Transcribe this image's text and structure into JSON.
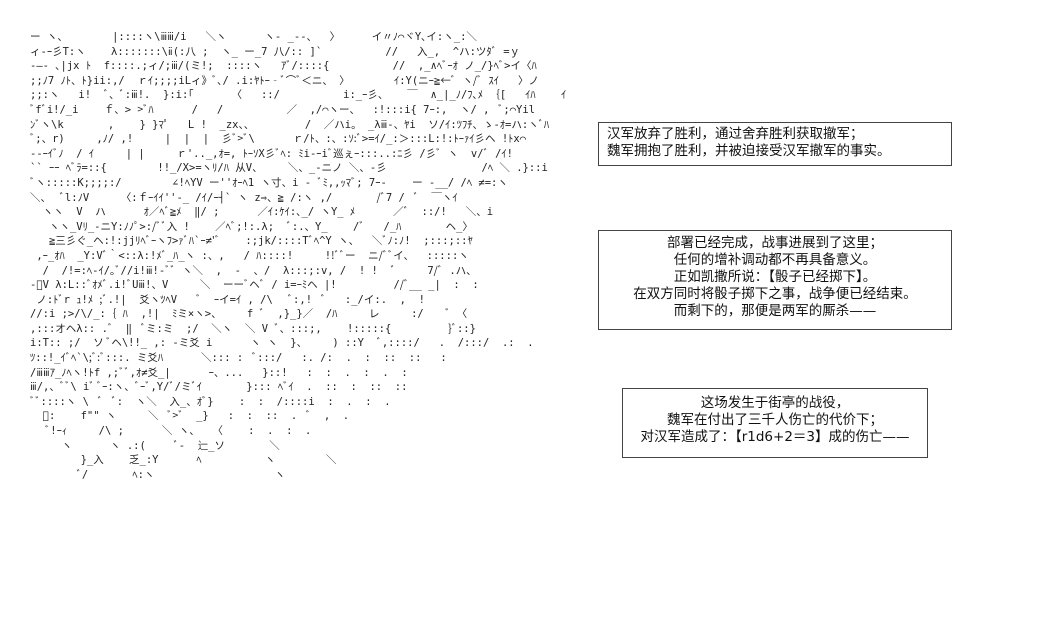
{
  "ascii_art": {
    "lines": [
      "ー ヽ、       |::::ヽ\\ⅲⅲ/i   ＼ヽ      ヽ‐ _‐-、  〉     イ〃ﾉ⌒ヾY､イ:ヽ_:＼",
      "ィ-ｰ彡T:ヽ    λ:::::::\\ⅱ(:八 ;  ヽ_ ー_7 八/:: ]`          //   入_,  ^ハ:ツﾀﾞ =ｙ",
      "-―‐ ､|jx ﾄ  f::::.;ィ/;ⅲ/(ミ!;  ::::ヽ   ｱﾞ/::::{          //  ,_∧ﾍﾞｰｵ ノ_/}ﾍﾞ>イ〈ﾊ",
      ";;ﾉ7 ﾉﾄ、ﾄ}ii:,/  ｒｲ;;;;iLィ》ﾞ､/ .i:ﾔﾄｰ‐ﾞ⌒ﾞ＜ニ、 〉       ｲ:Y(ニｰ≧←ﾞ ヽ/ﾞ ｽｲ   〉ノ",
      ";;:ヽ   i!  ﾞ、ﾞ:ⅲ!.  }:i:｢      〈   ::/          i:_ｰ彡、   ￣  ∧_|_ﾉ/ﾌ､ﾒ ｛[   ｲﾊ    ｲ",
      "ﾞfﾞi!/_i    ｆ、> >ﾞﾊ      /   /          ／  ,/⌒ヽー、  :!:::i{ 7ｰ:,  ヽ/ ,  ﾞ;⌒Yil",
      "ﾝﾞヽ\\k       ,    } }ﾏﾟ   L !  _zx、、        /  ／ハi。 _λⅲ-、ﾔi  ソ/ｲ:ﾂﾌﾁ、ゝ‐ｵ=ハ:ヽﾞﾊ",
      "ﾞ;、r)     ,ﾉ/ ,!     |  |  |  彡ﾞ>ﾞ\\      ｒ/ﾄ、:、:ｿ:ﾞ>=ｲ/_:＞:::L:!:ﾄｰｧｲ彡ヘ !ﾄx⌒",
      "--ｰｲﾞﾉ  / ｲ     | |     ｒ'.._,ｵ=, ﾄｰｿX彡ﾞﾍ: ﾐi-ｰiﾞ巡ぇｰ:::..:ﾆ彡 /彡ﾞ ヽ  v/ﾞ /ｲ!",
      "`` ｰｰ ﾍﾞﾗ=::{        !!_/X>=ヽﾘ/ﾊ 从V、    ＼、_-ニノ ＼、-彡               /ﾍ ＼ .}::i",
      "ﾞヽ:::::K;;;;:/        ∠!ﾍYV ー''ｵｰﾍ1 ヽ寸、i ‐ ﾞﾐ,,ｯﾏﾞ; 7ｰ-    ー ‐__/ /ﾍ ≠=:ヽ",
      "＼、  ﾞl:ﾉV     〈:ｆｰｲｲ''‐_ /ｲ/ｰ┤` ヽ z⇒、≧ /:ヽ ,/       /ﾞ7 /  ﾞ  ￣ヽｲ",
      "  ヽヽ  V  ハ      ｵ／ﾍﾞ≧ﾒ  ‖/ ;      ／ｲ:ｹｲ:､_/ ヽY_ ﾒ      ／ﾞ  ::/!   ＼、i",
      "   ヽヽ_Vﾘ_-ニY:ﾉﾉﾟ>:/ﾞﾞ入 !    ／ﾍﾞ;!:.λ;  ﾞ:.、Y_    /ﾞ   /_ﾊ       ヘ_〉",
      "   ≧三彡ぐ_ヘ:!:jjﾘﾍﾞｰヽﾌ>ｧﾞﾊ`ｰ≠'ﾞ    :;jk/::::Tﾞﾍ^Y ヽ、  ＼ﾞﾉ:ﾉ!  ;:::;::ﾔ",
      " ,ｰ_ｵﾊ  _Y:Vﾞ｀<::λ:!ﾒﾞ_ﾊ_ヽ :、,   / ﾊ::::!     !!ﾞﾞー  ニ/ﾞﾞイ、  :::::ヽ",
      "  /  /!=:ﾍ-ｲ/｡ﾞ//i!ⅲ!-ﾞﾞ ヽ＼  ,  -  、/  λ:::;:v, /  ! !  ﾞ     7/ﾞ .ハ、",
      "-ﾞV λ:L::ﾞｵﾒﾞ.i!ﾞUⅲ!、V     ＼  ーーﾞヘﾞ / i=ｰﾐヘ |!         //ﾞ__ _|  :  :",
      " ノ:ﾄﾞr ｭ!ﾒ ;ﾞ.!|  爻ヽﾂﾍV   ﾞ  ｰイ=ｲ , /\\   ﾞ:,!  ﾞ   :_/イ:.  ,  !",
      "//:i ;>/\\/_:｛ ﾊ  ,!|  ﾐミ×ヽ>、    f ﾞ  ,}_}／  /ﾊ     レ     :/    ﾞ 〈",
      ",:::オヘλ:: .ﾞ  ‖  ﾞミ:ミ  ;/  ＼ヽ  ＼ V ﾞ、:::;,    !:::::{         }ﾞ::}",
      "i:T:: ;/  ソ ﾞヘ\\!!_ ,: -ミ爻 i      ヽ ヽ  }、    ) ::Y  ﾞ,::::/   .  /:::/  .:  .",
      "ﾂ::!_ｲﾞﾍ`\\;ﾞ:ﾞ:::. ミ爻ﾊ      ＼::: :  ﾞ:::/   :. /:  .  :  ::  ::   :",
      "/ⅲⅲｱ_ﾉﾍヽ!ﾄf ,;ﾞﾞ,ｵ≠爻_|      ｰ、...   }::!   :  :  .  :  .  :",
      "ⅲ/,、ﾞﾞ\\ iﾞ ﾞｰ:ヽ、ﾞｰﾞ,Y/ﾞ/ミﾞｲ       }::: ﾍﾞｲ  .  ::  :  ::  ::",
      "ﾞﾞ::::ヽ \\  ﾞ  ﾞ:  ヽ＼  入_、ｵﾞ}    :  :  /::::i  :  .  :  .",
      "  ﾞ:    f\"\" ヽ     ＼  ﾞ>ﾞ  _}   :  :  ::  .  ﾞ  ,  .",
      "   ﾞ!ｰｨ     /\\ ;      ＼ ヽ、  〈    :  .  :  .",
      "     ヽ      ヽ .:(     ﾞ-  辷_ソ       ＼",
      "        }_入    乏_:Y      ﾍ          ヽ        ＼",
      "        ﾞ/       ﾍ:ヽ                   ヽ"
    ]
  },
  "box1": {
    "lines": [
      "汉军放弃了胜利，通过舍弃胜利获取撤军；",
      "魏军拥抱了胜利，并被迫接受汉军撤军的事实。"
    ]
  },
  "box2": {
    "lines": [
      "部署已经完成，战事进展到了这里；",
      "任何的增补调动都不再具备意义。",
      "正如凯撒所说：【骰子已经掷下】。",
      "在双方同时将骰子掷下之事，战争便已经结束。",
      "而剩下的，那便是两军的厮杀——"
    ]
  },
  "box3": {
    "lines": [
      "这场发生于街亭的战役，",
      "魏军在付出了三千人伤亡的代价下；",
      "对汉军造成了：【r1d6+2＝3】成的伤亡——"
    ]
  }
}
